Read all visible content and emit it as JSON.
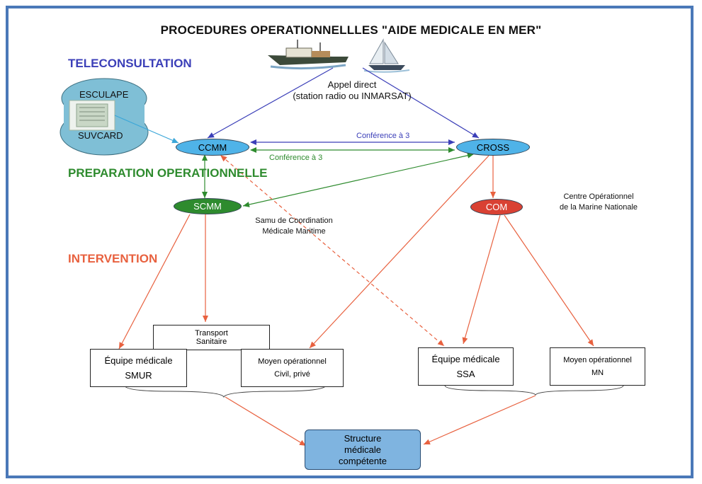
{
  "title": "PROCEDURES OPERATIONNELLLES \"AIDE MEDICALE EN MER\"",
  "sections": {
    "teleconsultation": "TELECONSULTATION",
    "preparation": "PREPARATION OPERATIONNELLE",
    "intervention": "INTERVENTION"
  },
  "appel": {
    "line1": "Appel direct",
    "line2": "(station radio ou INMARSAT)"
  },
  "cloud": {
    "top": "ESCULAPE",
    "bottom": "SUVCARD"
  },
  "nodes": {
    "ccmm": "CCMM",
    "cross": "CROSS",
    "scmm": "SCMM",
    "com": "COM"
  },
  "conference": {
    "blue": "Conférence à 3",
    "green": "Conférence à 3"
  },
  "annotations": {
    "samu": {
      "line1": "Samu de Coordination",
      "line2": "Médicale Maritime"
    },
    "centre": {
      "line1": "Centre Opérationnel",
      "line2": "de la Marine Nationale"
    }
  },
  "boxes": {
    "transport": {
      "line1": "Transport",
      "line2": "Sanitaire"
    },
    "smur": {
      "line1": "Équipe médicale",
      "line2": "SMUR"
    },
    "civil": {
      "line1": "Moyen opérationnel",
      "line2": "Civil, privé"
    },
    "ssa": {
      "line1": "Équipe médicale",
      "line2": "SSA"
    },
    "mn": {
      "line1": "Moyen opérationnel",
      "line2": "MN"
    },
    "structure": {
      "line1": "Structure",
      "line2": "médicale",
      "line3": "compétente"
    }
  },
  "colors": {
    "frame": "#4a78b8",
    "blue_link": "#3b3fb8",
    "green_link": "#2e8b2e",
    "red_link": "#e8613f",
    "cyan_link": "#3aa6d8",
    "ellipse_blue": "#4fb3e8",
    "ellipse_green": "#2e8b2e",
    "ellipse_red": "#d94133",
    "cloud": "#7fbfd6",
    "structure_fill": "#7fb4e0"
  },
  "icons": [
    "fishing-boat-icon",
    "sailboat-icon",
    "server-icon"
  ]
}
